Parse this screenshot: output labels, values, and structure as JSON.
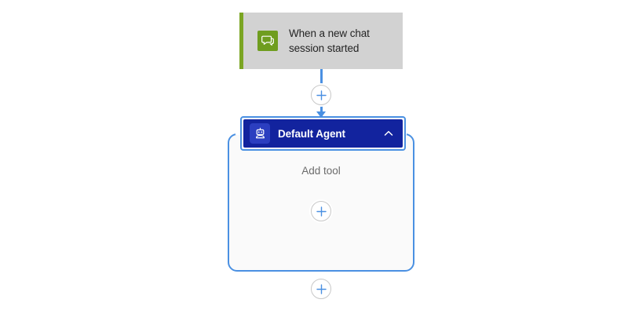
{
  "canvas": {
    "background": "#ffffff",
    "accent_blue": "#4a90e2",
    "agent_navy": "#12239e",
    "trigger_green": "#6f9d1f",
    "trigger_card_bg": "#d2d2d2"
  },
  "trigger": {
    "icon": "chat-bubble-icon",
    "label": "When a new chat session started"
  },
  "connector": {
    "add_node_icon": "plus-icon",
    "arrow_icon": "arrow-down-icon"
  },
  "agent": {
    "icon": "robot-icon",
    "title": "Default Agent",
    "collapse_icon": "chevron-up-icon",
    "body": {
      "add_tool_label": "Add tool",
      "add_tool_icon": "plus-icon"
    }
  },
  "bottom": {
    "add_node_icon": "plus-icon"
  }
}
